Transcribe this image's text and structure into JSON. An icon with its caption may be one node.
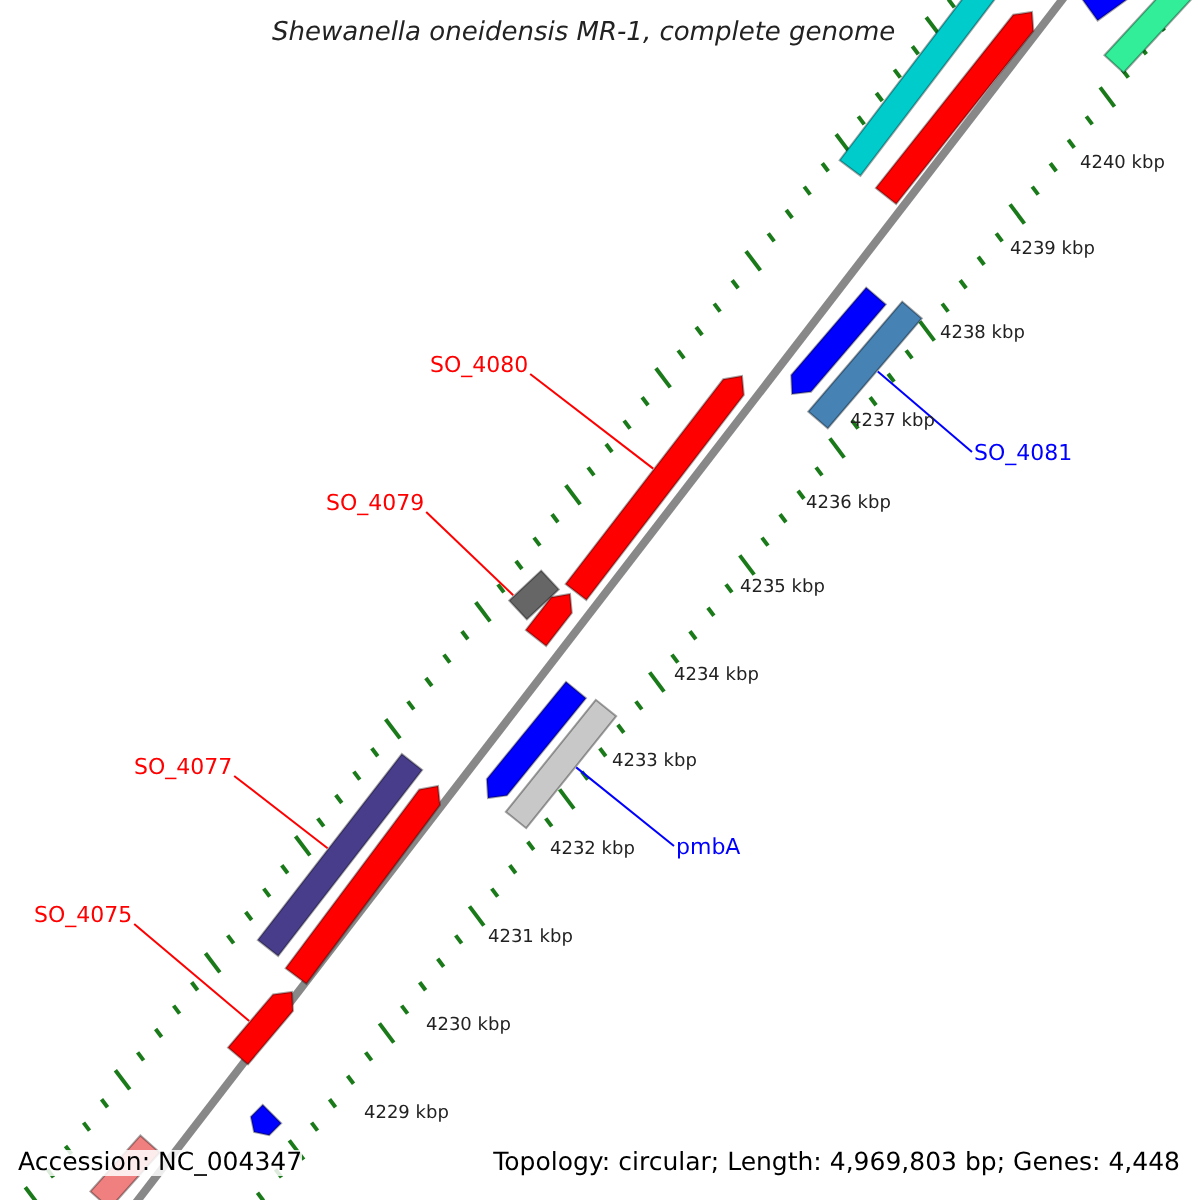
{
  "diagram": {
    "title": "Shewanella oneidensis MR-1, complete genome",
    "nodes": [
      {
        "text": [
          "SO_4080"
        ]
      },
      {
        "text": [],
        "shape": "bar"
      },
      {
        "text": [
          "SO_4079"
        ]
      },
      {
        "text": [],
        "shape": "bar"
      },
      {
        "text": [
          "SO_4077"
        ]
      },
      {
        "text": [],
        "shape": "bar"
      },
      {
        "text": [
          "SO_4075"
        ]
      },
      {
        "text": [],
        "shape": "bar"
      },
      {
        "text": [
          "SO_4081"
        ]
      },
      {
        "text": [],
        "shape": "bar"
      },
      {
        "text": [
          "pmbA"
        ]
      },
      {
        "text": [],
        "shape": "bar"
      },
      {
        "text": [],
        "shape": "bar"
      },
      {
        "text": [],
        "shape": "bar"
      },
      {
        "text": [],
        "shape": "bar"
      },
      {
        "text": [],
        "shape": "bar"
      },
      {
        "text": [],
        "shape": "bar"
      },
      {
        "text": [],
        "shape": "bar"
      },
      {
        "text": [],
        "shape": "bar"
      },
      {
        "text": [],
        "shape": "bar"
      },
      {
        "text": [],
        "shape": "bar"
      },
      {
        "text": [],
        "shape": "bar"
      }
    ],
    "edges": [
      {
        "from": 0,
        "to": 1,
        "arrow": "none"
      },
      {
        "from": 2,
        "to": 3,
        "arrow": "none"
      },
      {
        "from": 4,
        "to": 5,
        "arrow": "none"
      },
      {
        "from": 6,
        "to": 7,
        "arrow": "none"
      },
      {
        "from": 8,
        "to": 9,
        "arrow": "none",
        "color": "#0000ff"
      },
      {
        "from": 10,
        "to": 11,
        "arrow": "none",
        "color": "#0000ff"
      }
    ],
    "labels": [
      "4240 kbp",
      "4239 kbp",
      "4238 kbp",
      "4237 kbp",
      "4236 kbp",
      "4235 kbp",
      "4234 kbp",
      "4233 kbp",
      "4232 kbp",
      "4231 kbp",
      "4230 kbp",
      "4229 kbp",
      "Accession: NC_004347",
      "Topology: circular; Length: 4,969,803 bp; Genes: 4,448"
    ]
  }
}
